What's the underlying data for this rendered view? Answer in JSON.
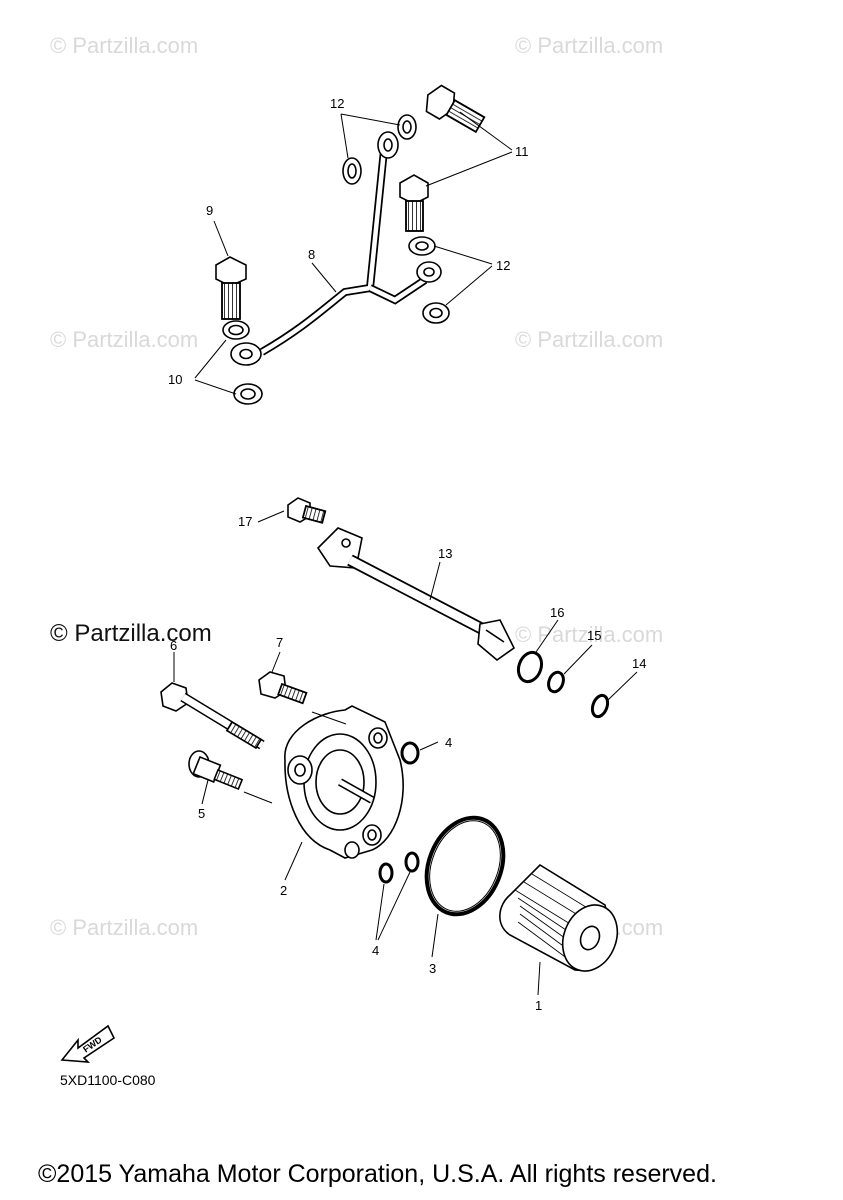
{
  "watermarks": {
    "text": "© Partzilla.com",
    "prominent": "© Partzilla.com"
  },
  "callouts": {
    "n1": "1",
    "n2": "2",
    "n3": "3",
    "n4a": "4",
    "n4b": "4",
    "n5": "5",
    "n6": "6",
    "n7": "7",
    "n8": "8",
    "n9": "9",
    "n10": "10",
    "n11": "11",
    "n12a": "12",
    "n12b": "12",
    "n13": "13",
    "n14": "14",
    "n15": "15",
    "n16": "16",
    "n17": "17"
  },
  "fwd_label": "FWD",
  "diagram_code": "5XD1100-C080",
  "copyright": "©2015 Yamaha Motor Corporation, U.S.A. All rights reserved."
}
